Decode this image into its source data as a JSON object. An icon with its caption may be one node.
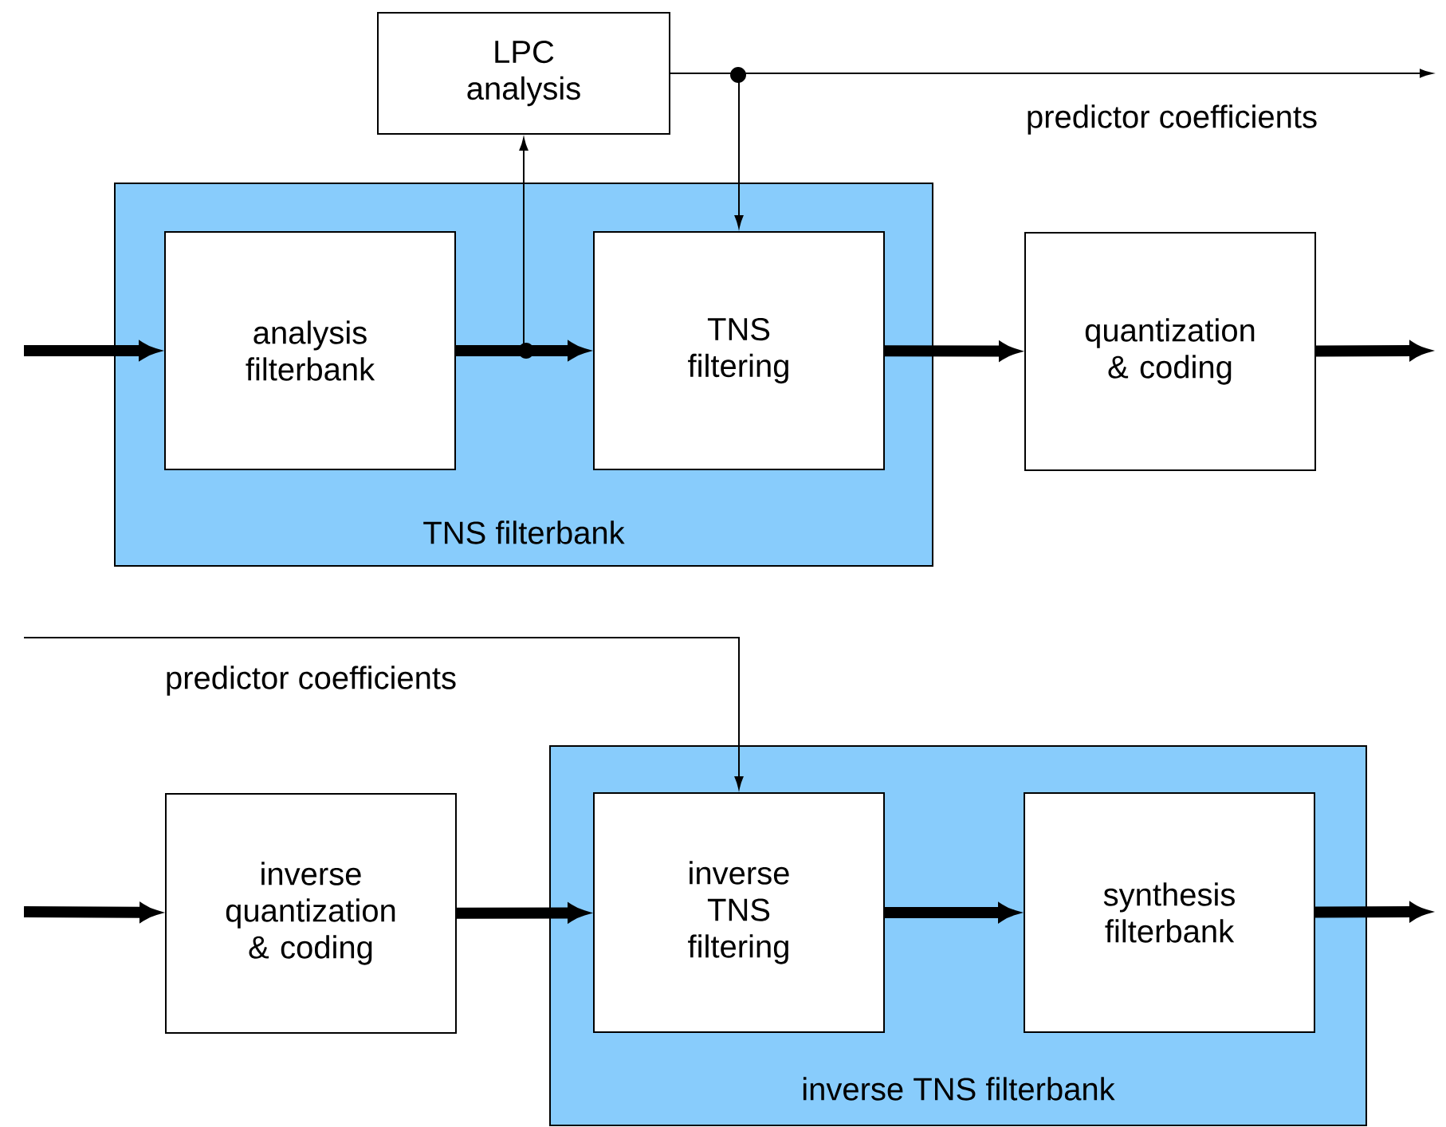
{
  "diagram": {
    "nodes": [
      {
        "text": [
          "TNS filterbank"
        ]
      },
      {
        "text": [
          "analysis filterbank"
        ],
        "in": 0
      },
      {
        "text": [
          "TNS filtering"
        ],
        "in": 0
      },
      {
        "text": [
          "LPC analysis"
        ]
      },
      {
        "text": [
          "quantization & coding"
        ]
      },
      {
        "text": [
          "inverse TNS filterbank"
        ]
      },
      {
        "text": [
          "inverse quantization & coding"
        ]
      },
      {
        "text": [
          "inverse TNS filtering"
        ],
        "in": 5
      },
      {
        "text": [
          "synthesis filterbank"
        ],
        "in": 5
      }
    ],
    "edges": [
      {
        "from": null,
        "to": 1,
        "arrow": "to"
      },
      {
        "from": 1,
        "to": 2,
        "arrow": "to"
      },
      {
        "from": 1,
        "to": 3,
        "arrow": "to"
      },
      {
        "from": 3,
        "to": 2,
        "arrow": "to"
      },
      {
        "from": 3,
        "to": null,
        "arrow": "to",
        "label": "predictor coefficients"
      },
      {
        "from": 2,
        "to": 4,
        "arrow": "to"
      },
      {
        "from": 4,
        "to": null,
        "arrow": "to"
      },
      {
        "from": null,
        "to": 6,
        "arrow": "to"
      },
      {
        "from": 6,
        "to": 7,
        "arrow": "to"
      },
      {
        "from": null,
        "to": 7,
        "arrow": "to",
        "label": "predictor coefficients"
      },
      {
        "from": 7,
        "to": 8,
        "arrow": "to"
      },
      {
        "from": 8,
        "to": null,
        "arrow": "to"
      }
    ]
  }
}
